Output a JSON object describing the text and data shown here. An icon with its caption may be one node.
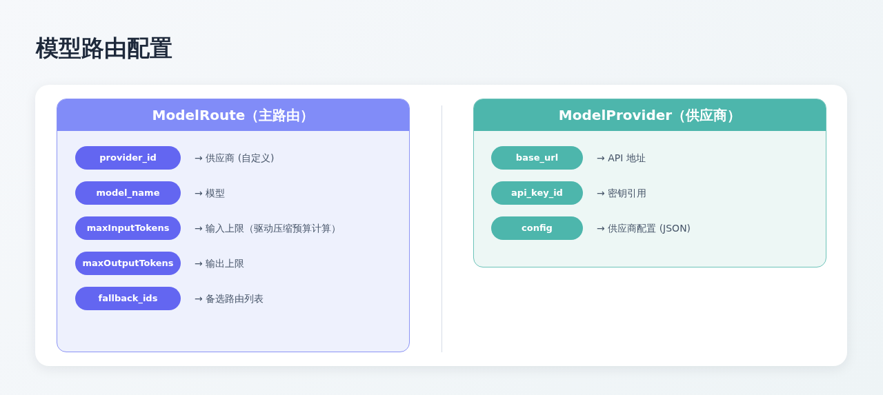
{
  "diagram": {
    "title": "模型路由配置",
    "nodes": [
      {
        "text": [
          "ModelRoute（主路由）"
        ]
      },
      {
        "text": [
          "provider_id"
        ],
        "in": 0,
        "beside": [
          "→ 供应商 (自定义)"
        ]
      },
      {
        "text": [
          "model_name"
        ],
        "in": 0,
        "beside": [
          "→ 模型"
        ]
      },
      {
        "text": [
          "maxInputTokens"
        ],
        "in": 0,
        "beside": [
          "→ 输入上限（驱动压缩预算计算）"
        ]
      },
      {
        "text": [
          "maxOutputTokens"
        ],
        "in": 0,
        "beside": [
          "→ 输出上限"
        ]
      },
      {
        "text": [
          "fallback_ids"
        ],
        "in": 0,
        "beside": [
          "→ 备选路由列表"
        ]
      },
      {
        "text": [
          "ModelProvider（供应商）"
        ]
      },
      {
        "text": [
          "base_url"
        ],
        "in": 6,
        "beside": [
          "→ API 地址"
        ]
      },
      {
        "text": [
          "api_key_id"
        ],
        "in": 6,
        "beside": [
          "→ 密钥引用"
        ]
      },
      {
        "text": [
          "config"
        ],
        "in": 6,
        "beside": [
          "→ 供应商配置 (JSON)"
        ]
      }
    ]
  }
}
